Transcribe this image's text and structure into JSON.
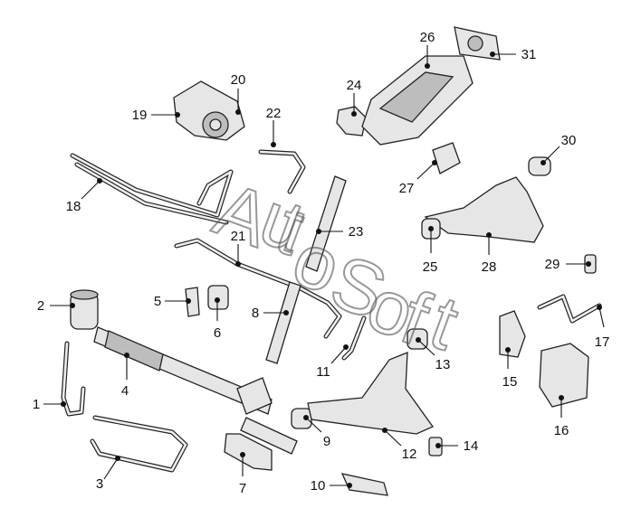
{
  "callouts": [
    "1",
    "2",
    "3",
    "4",
    "5",
    "6",
    "7",
    "8",
    "9",
    "10",
    "11",
    "12",
    "13",
    "14",
    "15",
    "16",
    "17",
    "18",
    "19",
    "20",
    "21",
    "22",
    "23",
    "24",
    "25",
    "26",
    "27",
    "28",
    "29",
    "30",
    "31"
  ],
  "watermark": {
    "chars": [
      "A",
      "u",
      "t",
      "o",
      "S",
      "o",
      "f",
      "t"
    ]
  }
}
